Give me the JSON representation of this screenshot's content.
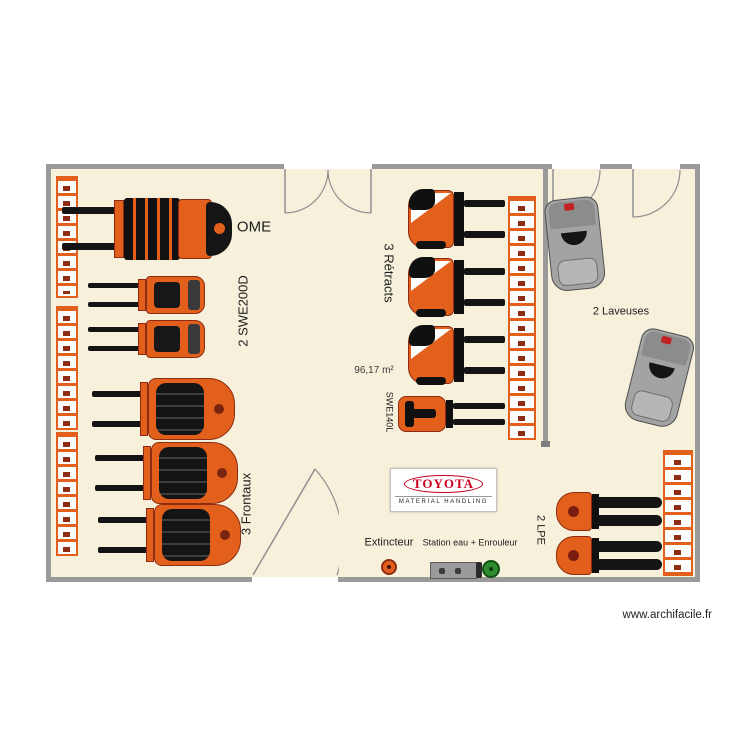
{
  "watermark": "www.archifacile.fr",
  "plan": {
    "area_label": "96,17 m²",
    "labels": {
      "ome": "OME",
      "swe200d": "2 SWE200D",
      "retracts": "3 Rétracts",
      "swe140l": "SWE140L",
      "frontaux": "3 Frontaux",
      "laveuses": "2 Laveuses",
      "lpe": "2 LPE",
      "extincteur": "Extincteur",
      "station_eau": "Station eau + Enrouleur"
    },
    "logo": {
      "brand": "TOYOTA",
      "subtitle": "MATERIAL HANDLING"
    },
    "colors": {
      "floor": "#f7f1dc",
      "wall": "#9a9a9a",
      "machine_orange": "#e2601b",
      "toyota_red": "#c8001e"
    }
  }
}
